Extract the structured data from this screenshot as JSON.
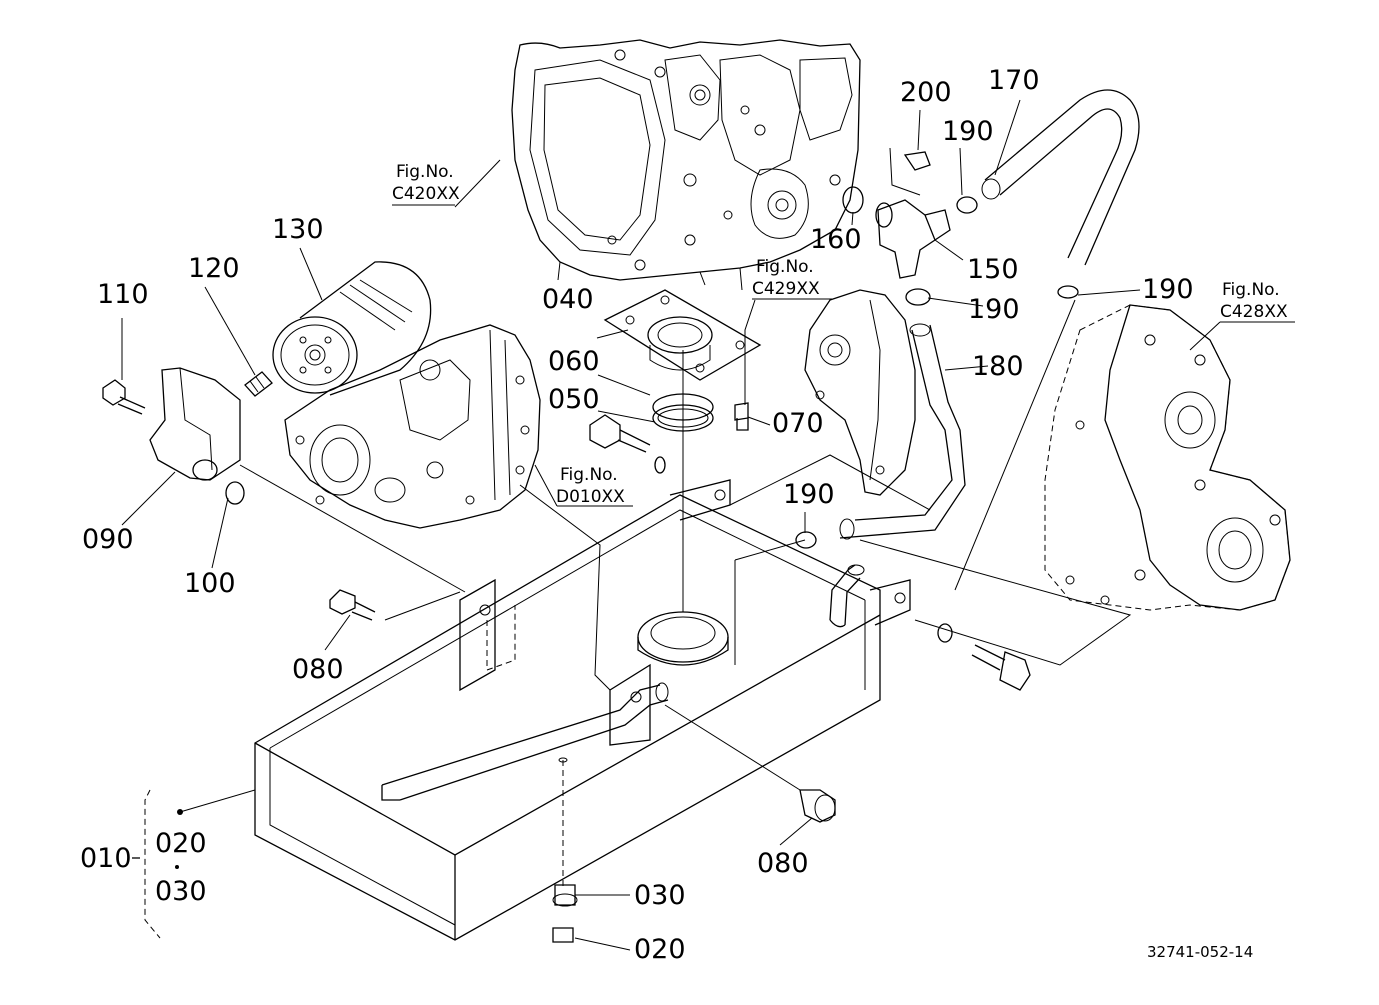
{
  "diagram": {
    "drawing_number": "32741-052-14",
    "part_numbers": {
      "p010": "010",
      "p020a": "020",
      "p020b": "020",
      "p030a": "030",
      "p030b": "030",
      "p040": "040",
      "p050": "050",
      "p060": "060",
      "p070": "070",
      "p080a": "080",
      "p080b": "080",
      "p090": "090",
      "p100": "100",
      "p110": "110",
      "p120": "120",
      "p130": "130",
      "p150": "150",
      "p160": "160",
      "p170": "170",
      "p180": "180",
      "p190a": "190",
      "p190b": "190",
      "p190c": "190",
      "p190d": "190",
      "p200": "200"
    },
    "figure_refs": {
      "c420": {
        "line1": "Fig.No.",
        "line2": "C420XX"
      },
      "c429": {
        "line1": "Fig.No.",
        "line2": "C429XX"
      },
      "c428": {
        "line1": "Fig.No.",
        "line2": "C428XX"
      },
      "d010": {
        "line1": "Fig.No.",
        "line2": "D010XX"
      }
    }
  }
}
